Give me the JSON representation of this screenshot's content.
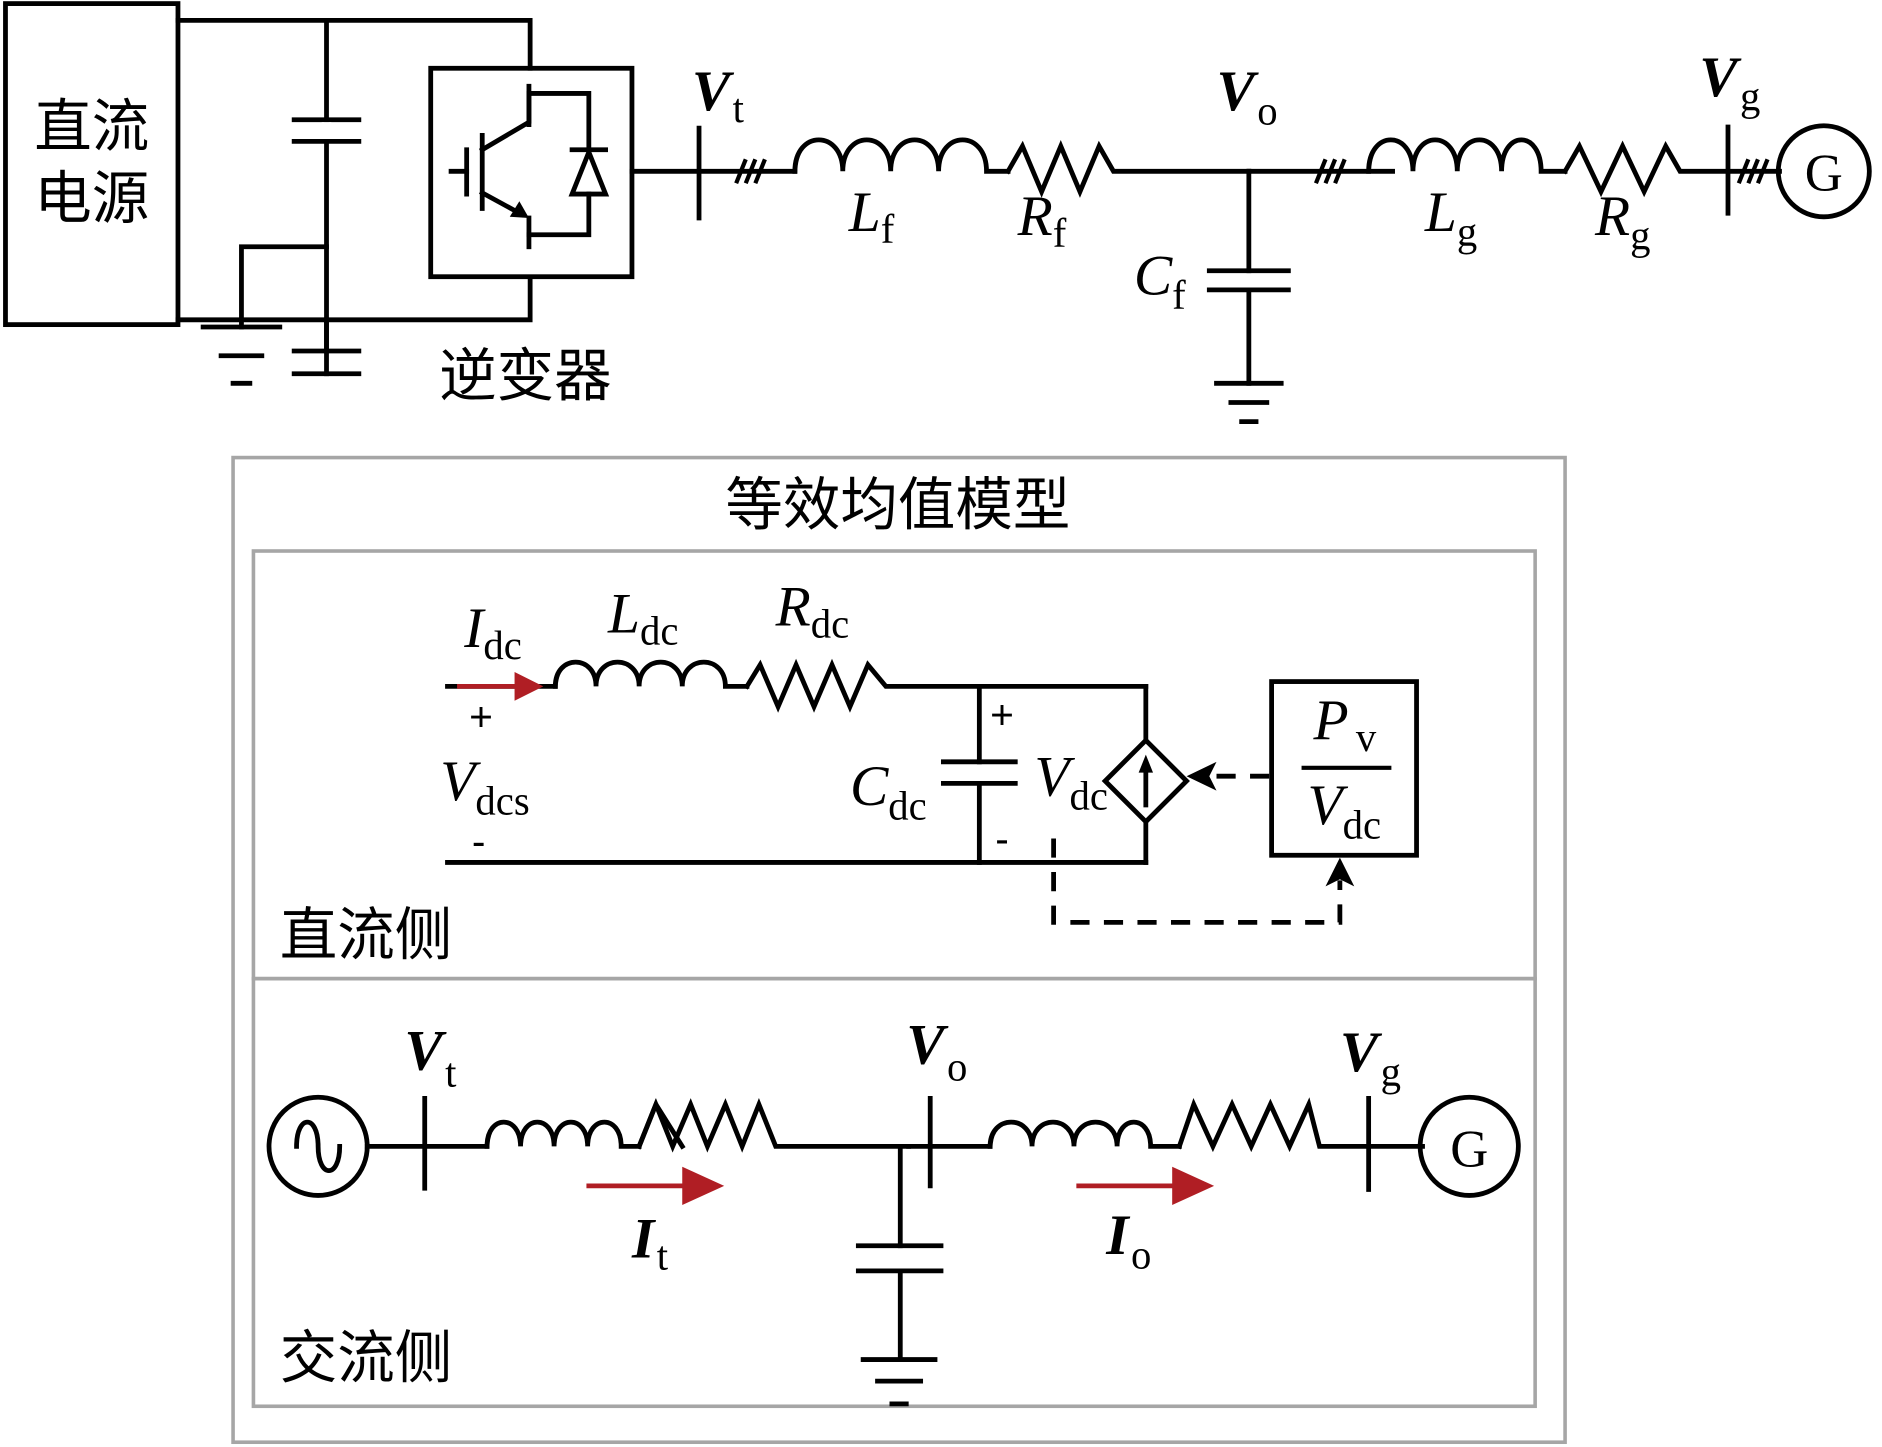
{
  "top": {
    "dc_source_label_line1": "直流",
    "dc_source_label_line2": "电源",
    "inverter_label": "逆变器",
    "bus_vt": {
      "main": "V",
      "sub": "t"
    },
    "bus_vo": {
      "main": "V",
      "sub": "o"
    },
    "bus_vg": {
      "main": "V",
      "sub": "g"
    },
    "lf": {
      "main": "L",
      "sub": "f"
    },
    "rf": {
      "main": "R",
      "sub": "f"
    },
    "cf": {
      "main": "C",
      "sub": "f"
    },
    "lg": {
      "main": "L",
      "sub": "g"
    },
    "rg": {
      "main": "R",
      "sub": "g"
    },
    "generator": "G"
  },
  "model": {
    "title": "等效均值模型",
    "dc_side": {
      "label": "直流侧",
      "idc": {
        "main": "I",
        "sub": "dc"
      },
      "ldc": {
        "main": "L",
        "sub": "dc"
      },
      "rdc": {
        "main": "R",
        "sub": "dc"
      },
      "vdcs": {
        "main": "V",
        "sub": "dcs"
      },
      "cdc": {
        "main": "C",
        "sub": "dc"
      },
      "vdc": {
        "main": "V",
        "sub": "dc"
      },
      "plus": "+",
      "minus": "-",
      "block_num": {
        "main": "P",
        "sub": "v"
      },
      "block_den": {
        "main": "V",
        "sub": "dc"
      }
    },
    "ac_side": {
      "label": "交流侧",
      "bus_vt": {
        "main": "V",
        "sub": "t"
      },
      "bus_vo": {
        "main": "V",
        "sub": "o"
      },
      "bus_vg": {
        "main": "V",
        "sub": "g"
      },
      "it": {
        "main": "I",
        "sub": "t"
      },
      "io": {
        "main": "I",
        "sub": "o"
      },
      "generator": "G"
    }
  },
  "colors": {
    "current_arrow": "#b01e24",
    "frame": "#a6a6a6",
    "wire": "#000000"
  }
}
